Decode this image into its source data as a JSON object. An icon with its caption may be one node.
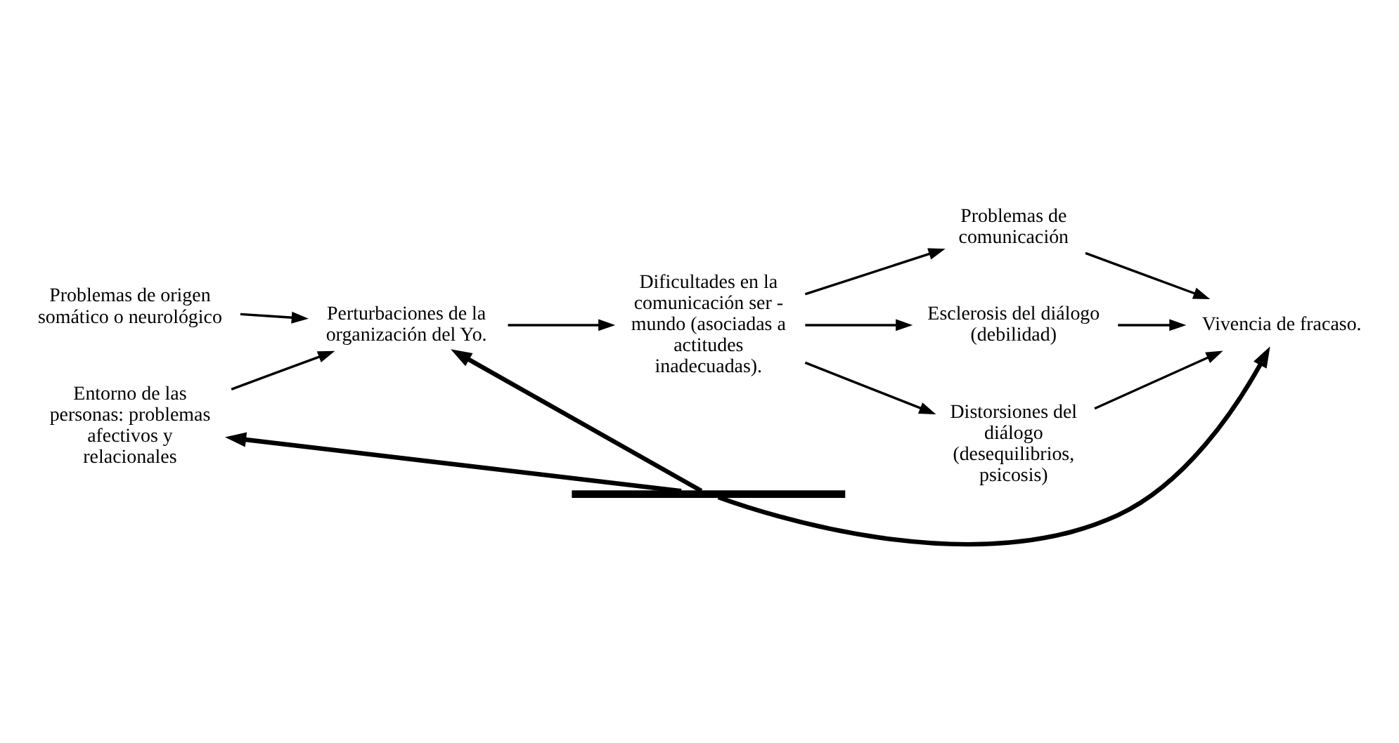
{
  "diagram": {
    "nodes": [
      {
        "text": [
          "Problemas de origen somático o neurológico"
        ]
      },
      {
        "text": [
          "Perturbaciones de la organización del Yo."
        ]
      },
      {
        "text": [
          "Entorno de las personas: problemas afectivos y relacionales"
        ]
      },
      {
        "text": [
          "Dificultades en la comunicación ser - mundo (asociadas a actitudes inadecuadas)."
        ]
      },
      {
        "text": [
          "Problemas de comunicación"
        ]
      },
      {
        "text": [
          "Esclerosis del diálogo (debilidad)"
        ]
      },
      {
        "text": [
          "Distorsiones del diálogo (desequilibrios, psicosis)"
        ]
      },
      {
        "text": [
          "Vivencia de fracaso."
        ]
      },
      {
        "text": [],
        "shape": "bar"
      }
    ],
    "edges": [
      {
        "from": 0,
        "to": 1,
        "arrow": "to"
      },
      {
        "from": 2,
        "to": 1,
        "arrow": "to"
      },
      {
        "from": 1,
        "to": 3,
        "arrow": "to"
      },
      {
        "from": 3,
        "to": 4,
        "arrow": "to"
      },
      {
        "from": 3,
        "to": 5,
        "arrow": "to"
      },
      {
        "from": 3,
        "to": 6,
        "arrow": "to"
      },
      {
        "from": 4,
        "to": 7,
        "arrow": "to"
      },
      {
        "from": 5,
        "to": 7,
        "arrow": "to"
      },
      {
        "from": 6,
        "to": 7,
        "arrow": "to"
      },
      {
        "from": 8,
        "to": 2,
        "arrow": "to",
        "style": "thick"
      },
      {
        "from": 8,
        "to": 1,
        "arrow": "to",
        "style": "thick"
      },
      {
        "from": 8,
        "to": 7,
        "arrow": "to",
        "style": "thick"
      }
    ]
  }
}
